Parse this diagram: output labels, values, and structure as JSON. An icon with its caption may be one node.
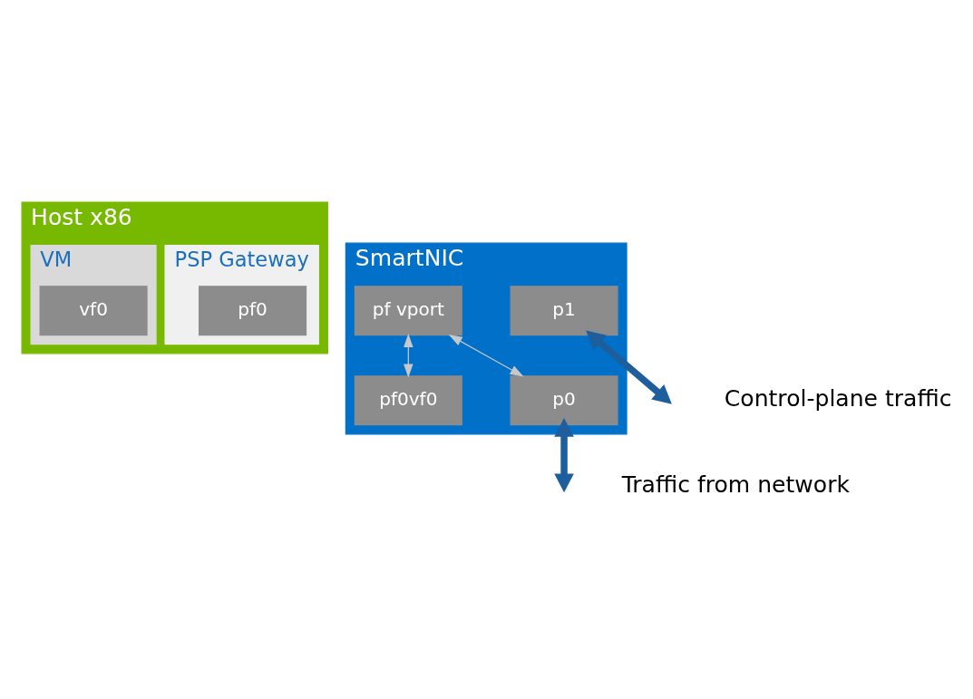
{
  "diagram": {
    "nodes": [
      {
        "text": [
          "Host x86"
        ]
      },
      {
        "text": [
          "PSP Gateway"
        ],
        "in": 0
      },
      {
        "text": [
          "pf0"
        ],
        "in": 1
      },
      {
        "text": [
          "VM"
        ],
        "in": 0
      },
      {
        "text": [
          "vf0"
        ],
        "in": 3
      },
      {
        "text": [
          "SmartNIC"
        ]
      },
      {
        "text": [
          "pf vport"
        ],
        "in": 5
      },
      {
        "text": [
          "pf0vf0"
        ],
        "in": 5
      },
      {
        "text": [
          "p1"
        ],
        "in": 5
      },
      {
        "text": [
          "p0"
        ],
        "in": 5
      }
    ],
    "edges": [
      {
        "from": 6,
        "to": 7,
        "arrow": "both",
        "color": "#c8c8c8"
      },
      {
        "from": 6,
        "to": 9,
        "arrow": "both",
        "color": "#c8c8c8"
      },
      {
        "from": null,
        "to": 8,
        "arrow": "both",
        "style": "thick",
        "color": "#1f5e9c"
      },
      {
        "from": null,
        "to": 9,
        "arrow": "both",
        "style": "thick",
        "color": "#1f5e9c"
      }
    ],
    "labels": [
      "Control-plane traffic",
      "Traffic from network"
    ]
  }
}
